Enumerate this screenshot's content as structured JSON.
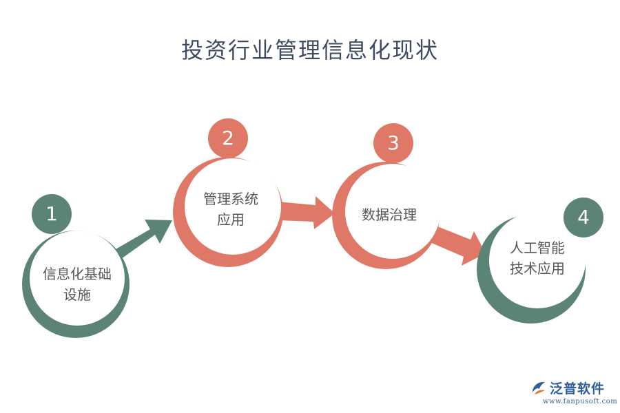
{
  "title": "投资行业管理信息化现状",
  "colors": {
    "green": "#5c8474",
    "salmon": "#e07868",
    "text": "#555555",
    "title": "#3f4a63"
  },
  "steps": [
    {
      "number": "1",
      "label": "信息化基础\n设施",
      "color": "#5c8474"
    },
    {
      "number": "2",
      "label": "管理系统\n应用",
      "color": "#e07868"
    },
    {
      "number": "3",
      "label": "数据治理",
      "color": "#e07868"
    },
    {
      "number": "4",
      "label": "人工智能\n技术应用",
      "color": "#5c8474"
    }
  ],
  "logo": {
    "name": "泛普软件",
    "url": "www.fanpusoft.com",
    "icon": "fanpu-logo-icon"
  }
}
